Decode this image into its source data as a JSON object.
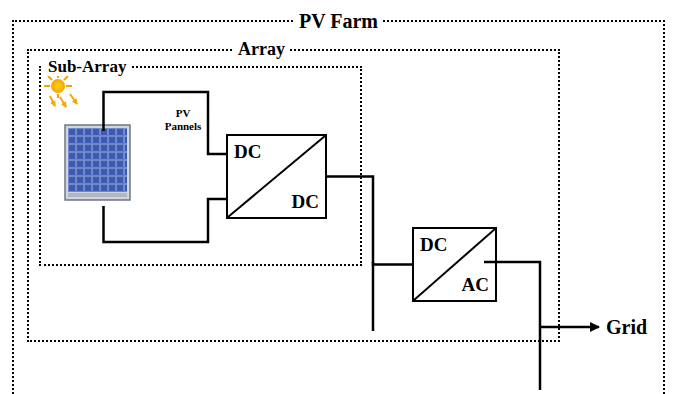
{
  "diagram": {
    "nodes": [
      {
        "text": [
          "PV Farm"
        ]
      },
      {
        "text": [
          "Array"
        ],
        "in": 0
      },
      {
        "text": [
          "Sub-Array"
        ],
        "in": 1
      },
      {
        "text": [
          "PV Pannels"
        ],
        "in": 2
      },
      {
        "text": [
          "DC",
          "DC"
        ],
        "in": 1
      },
      {
        "text": [
          "DC",
          "AC"
        ],
        "in": 0
      }
    ],
    "edges": [
      {
        "from": 3,
        "to": 4,
        "arrow": "none"
      },
      {
        "from": 3,
        "to": 4,
        "arrow": "none"
      },
      {
        "from": 4,
        "to": 5,
        "arrow": "none"
      }
    ],
    "labels": [
      "Grid"
    ]
  }
}
